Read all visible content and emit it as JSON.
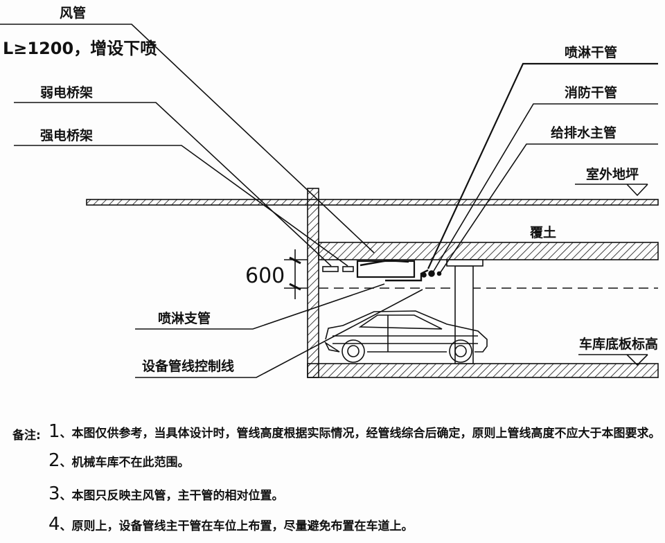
{
  "labels": {
    "air_duct": "风管",
    "add_sprinkler": "L≥1200，增设下喷",
    "weak_tray": "弱电桥架",
    "strong_tray": "强电桥架",
    "sprinkler_main": "喷淋干管",
    "fire_main": "消防干管",
    "water_main": "给排水主管",
    "outdoor_grade": "室外地坪",
    "soil_cover": "覆土",
    "dimension": "600",
    "sprinkler_branch": "喷淋支管",
    "control_line": "设备管线控制线",
    "garage_floor": "车库底板标高"
  },
  "notes": {
    "title": "备注:",
    "items": [
      {
        "num": "1",
        "text": "、本图仅供参考，当具体设计时，管线高度根据实际情况，经管线综合后确定，原则上管线高度不应大于本图要求。"
      },
      {
        "num": "2",
        "text": "、机械车库不在此范围。"
      },
      {
        "num": "3",
        "text": "、本图只反映主风管，主干管的相对位置。"
      },
      {
        "num": "4",
        "text": "、原则上，设备管线主干管在车位上布置，尽量避免布置在车道上。"
      }
    ]
  }
}
